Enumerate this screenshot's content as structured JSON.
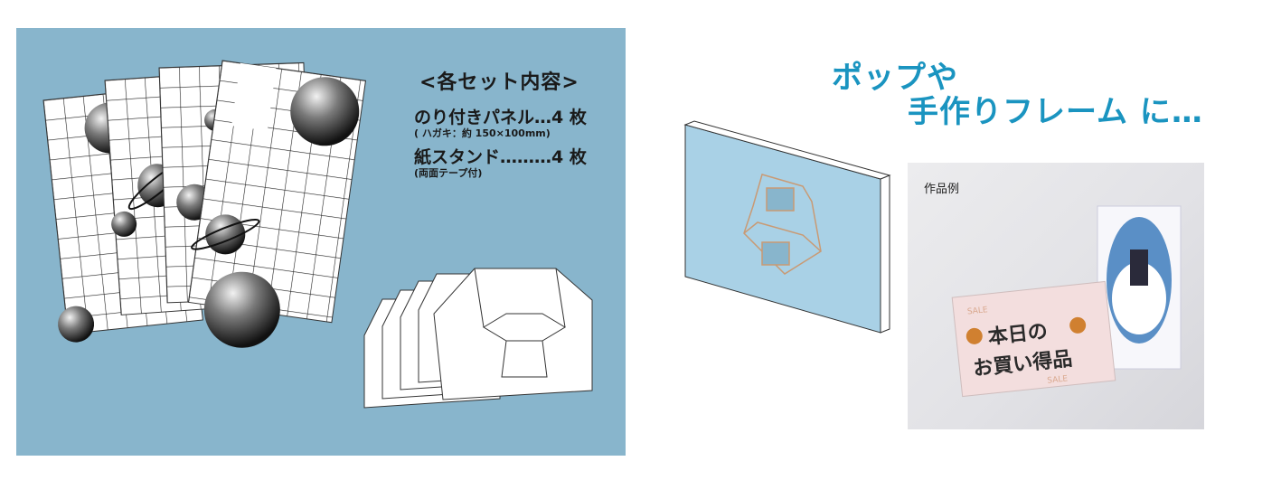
{
  "contents": {
    "title": "<各セット内容>",
    "items": [
      {
        "label": "のり付きパネル…4 枚",
        "note": "( ハガキ：約 150×100mm)"
      },
      {
        "label": "紙スタンド………4 枚",
        "note": "(両面テープ付)"
      }
    ]
  },
  "headline": {
    "line1": "ポップや",
    "line2": "手作りフレーム に…"
  },
  "photo": {
    "caption": "作品例",
    "card_text": {
      "line1": "本日の",
      "line2": "お買い得品",
      "pattern": "SALE"
    }
  },
  "colors": {
    "panel_bg": "#88b5cc",
    "headline": "#1a94c0",
    "board_face": "#a9d1e6"
  }
}
